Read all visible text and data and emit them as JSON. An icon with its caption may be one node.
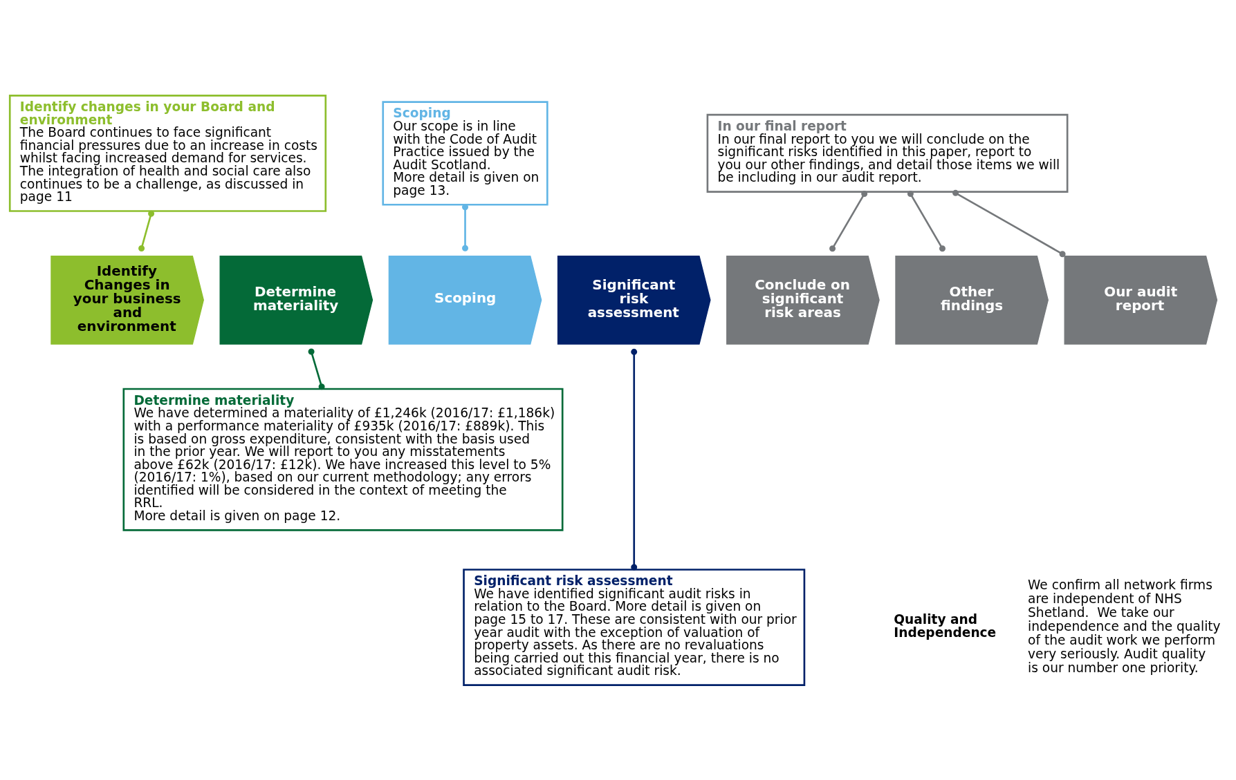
{
  "diagram": {
    "nodes": [
      {
        "text": [
          "Identify changes in your Board and environment",
          "The Board continues to face significant financial pressures due to an increase in costs whilst facing increased demand for services.",
          "The integration of health and social care also continues to be a challenge, as discussed in page 11"
        ]
      },
      {
        "text": [
          "Scoping",
          "Our scope is in line with the Code of Audit Practice issued by the Audit Scotland.",
          "More detail is given on page 13."
        ]
      },
      {
        "text": [
          "In our final report",
          "In our final report to you we will conclude on the significant risks identified in this paper, report to you our other findings, and detail those items we will be including in our audit report."
        ]
      },
      {
        "text": [
          "Identify Changes in your business and environment"
        ]
      },
      {
        "text": [
          "Determine materiality"
        ]
      },
      {
        "text": [
          "Scoping"
        ]
      },
      {
        "text": [
          "Significant risk assessment"
        ]
      },
      {
        "text": [
          "Conclude on significant risk areas"
        ]
      },
      {
        "text": [
          "Other findings"
        ]
      },
      {
        "text": [
          "Our audit report"
        ]
      },
      {
        "text": [
          "Determine materiality",
          "We have determined a materiality of £1,246k (2016/17: £1,186k) with a performance materiality of £935k (2016/17: £889k). This is based on gross expenditure, consistent with the basis used in the prior year. We will report to you any misstatements above £62k (2016/17: £12k). We have increased this level to 5% (2016/17: 1%), based on our current methodology; any errors identified will be considered in the context of meeting the RRL.",
          "More detail is given on page 12."
        ]
      },
      {
        "text": [
          "Significant risk assessment",
          "We have identified significant audit risks in relation to the Board. More detail is given on page 15 to 17. These are consistent with our prior year audit with the exception of valuation of property assets. As there are no revaluations being carried out this financial year, there is no associated significant audit risk."
        ]
      }
    ],
    "edges": [
      {
        "from": 0,
        "to": 3,
        "arrow": "other",
        "color": "#8dbe2d"
      },
      {
        "from": 1,
        "to": 5,
        "arrow": "other",
        "color": "#62b5e5"
      },
      {
        "from": 2,
        "to": 7,
        "arrow": "other"
      },
      {
        "from": 2,
        "to": 8,
        "arrow": "other"
      },
      {
        "from": 2,
        "to": 9,
        "arrow": "other"
      },
      {
        "from": 4,
        "to": 10,
        "arrow": "other",
        "color": "#046a38"
      },
      {
        "from": 6,
        "to": 11,
        "arrow": "other",
        "color": "#012169"
      }
    ],
    "labels": [
      "Quality and Independence",
      "We confirm all network firms are independent of NHS Shetland.  We take our independence and the quality of the audit work we perform very seriously. Audit quality is our number one priority."
    ]
  }
}
